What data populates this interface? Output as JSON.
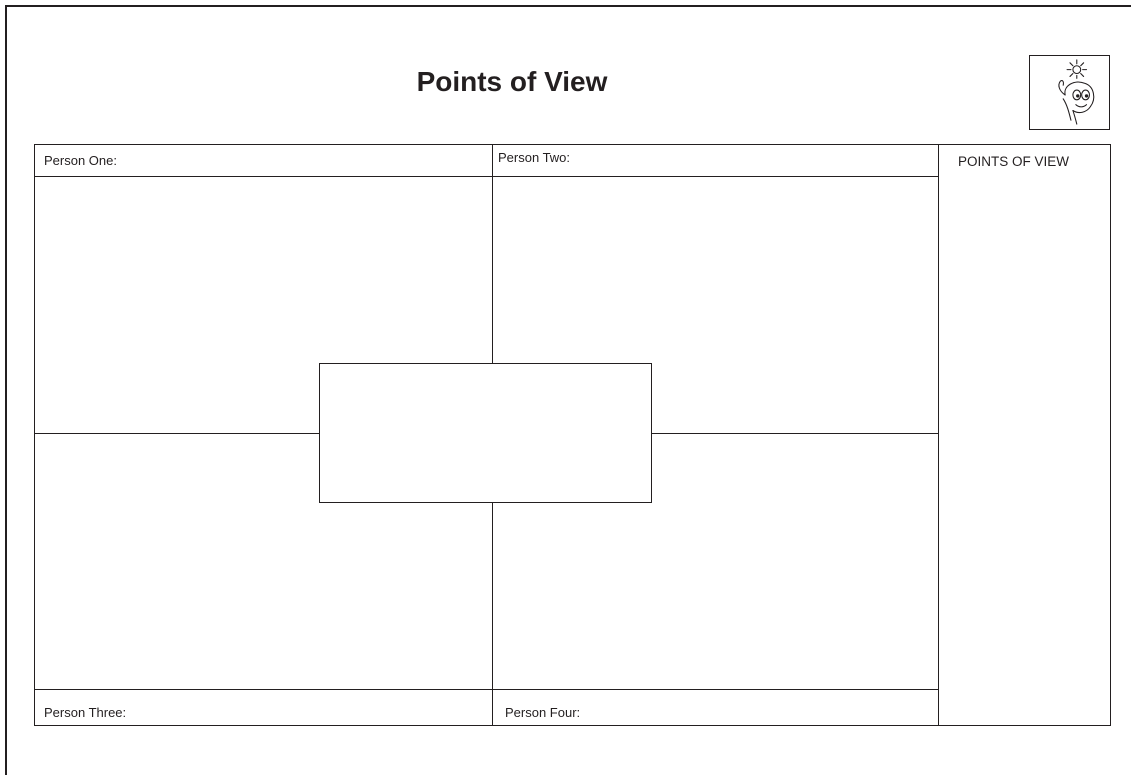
{
  "title": "Points of View",
  "logo": {
    "icon": "thinking-face-lightbulb-icon"
  },
  "labels": {
    "person_one": "Person One:",
    "person_two": "Person Two:",
    "person_three": "Person Three:",
    "person_four": "Person Four:",
    "sidebar": "POINTS OF VIEW"
  }
}
